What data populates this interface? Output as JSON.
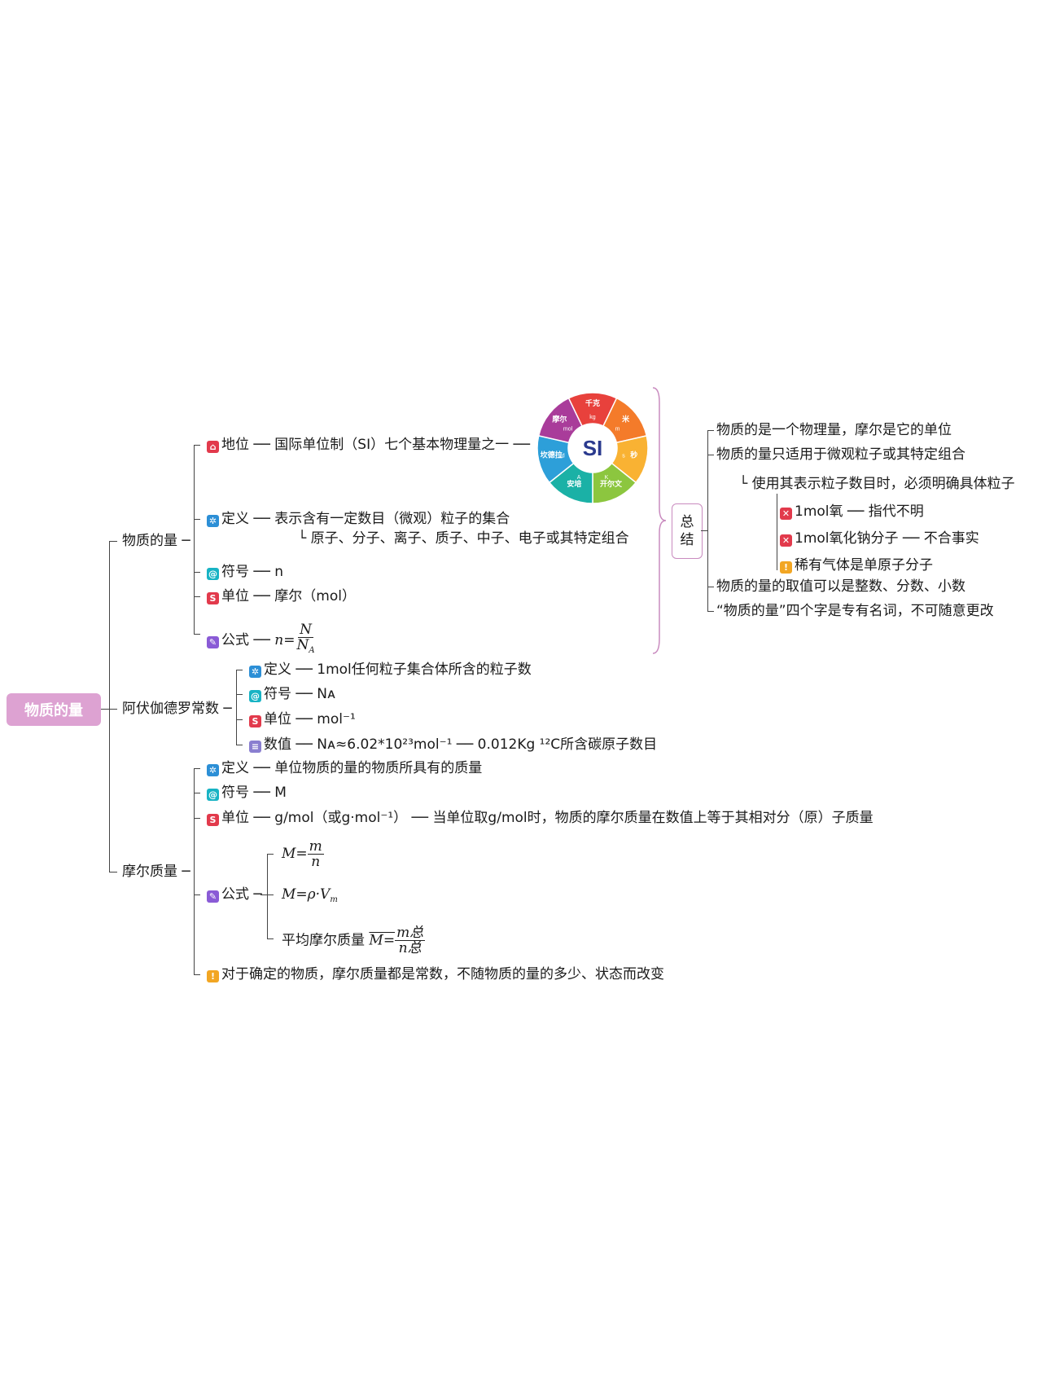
{
  "root": "物质的量",
  "branch1": {
    "title": "物质的量",
    "position": {
      "label": "地位",
      "value": "国际单位制（SI）七个基本物理量之一"
    },
    "definition": {
      "label": "定义",
      "value": "表示含有一定数目（微观）粒子的集合",
      "detail": "原子、分子、离子、质子、中子、电子或其特定组合"
    },
    "symbol": {
      "label": "符号",
      "value": "n"
    },
    "unit": {
      "label": "单位",
      "value": "摩尔（mol）"
    },
    "formula": {
      "label": "公式",
      "lhs": "n=",
      "num": "N",
      "den": "N",
      "den_sub": "A"
    }
  },
  "si_wheel": {
    "center": "SI",
    "segments": [
      "千克",
      "米",
      "秒",
      "开尔文",
      "安培",
      "坎德拉",
      "摩尔"
    ],
    "units": [
      "kg",
      "m",
      "s",
      "K",
      "A",
      "cd",
      "mol"
    ],
    "colors": [
      "#e8413c",
      "#f47b2a",
      "#f9b233",
      "#8cc63f",
      "#1bb1a6",
      "#2d9fd9",
      "#a93c9a"
    ]
  },
  "summary": {
    "box": [
      "总",
      "结"
    ],
    "items": [
      "物质的是一个物理量，摩尔是它的单位",
      "物质的量只适用于微观粒子或其特定组合",
      "使用其表示粒子数目时，必须明确具体粒子",
      "1mol氧",
      "指代不明",
      "1mol氧化钠分子",
      "不合事实",
      "稀有气体是单原子分子",
      "物质的量的取值可以是整数、分数、小数",
      "“物质的量”四个字是专有名词，不可随意更改"
    ]
  },
  "branch2": {
    "title": "阿伏伽德罗常数",
    "definition": {
      "label": "定义",
      "value": "1mol任何粒子集合体所含的粒子数"
    },
    "symbol": {
      "label": "符号",
      "value": "Nᴀ"
    },
    "unit": {
      "label": "单位",
      "value": "mol⁻¹"
    },
    "value": {
      "label": "数值",
      "value": "Nᴀ≈6.02*10²³mol⁻¹",
      "note": "0.012Kg ¹²C所含碳原子数目"
    }
  },
  "branch3": {
    "title": "摩尔质量",
    "definition": {
      "label": "定义",
      "value": "单位物质的量的物质所具有的质量"
    },
    "symbol": {
      "label": "符号",
      "value": "M"
    },
    "unit": {
      "label": "单位",
      "value": "g/mol（或g·mol⁻¹）",
      "note": "当单位取g/mol时，物质的摩尔质量在数值上等于其相对分（原）子质量"
    },
    "formula": {
      "label": "公式",
      "f1_lhs": "M=",
      "f1_num": "m",
      "f1_den": "n",
      "f2": "M=ρ·V",
      "f2_sub": "m",
      "f3_prefix": "平均摩尔质量",
      "f3_lhs": "M=",
      "f3_num": "m总",
      "f3_den": "n总"
    },
    "note": "对于确定的物质，摩尔质量都是常数，不随物质的量的多少、状态而改变"
  }
}
